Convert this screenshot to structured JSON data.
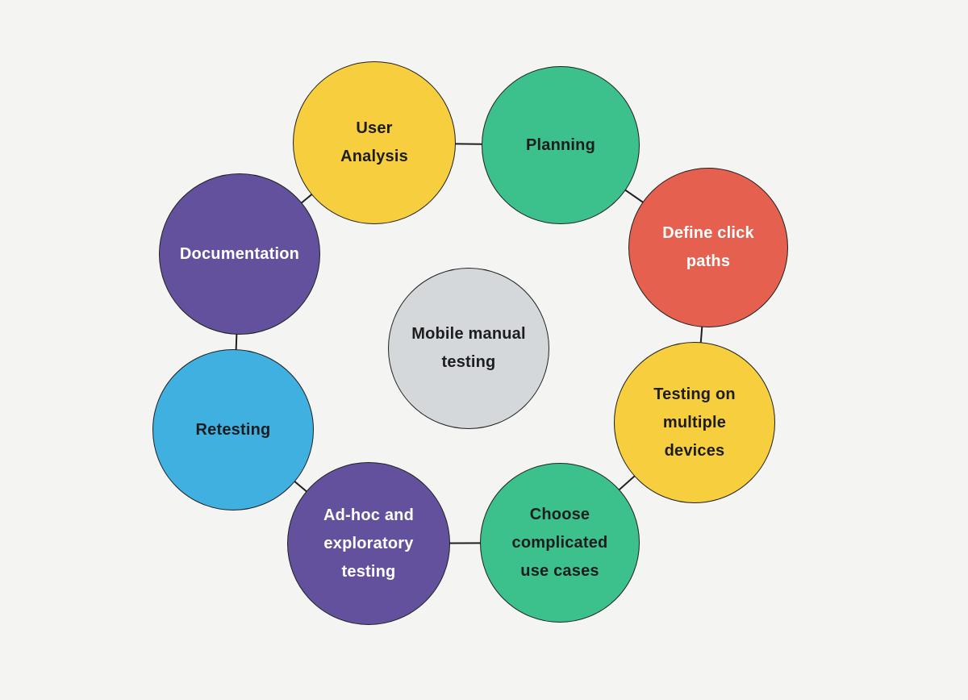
{
  "background_color": "#f4f4f3",
  "diagram": {
    "title": "Mobile manual testing",
    "line_color": "#1f1f1f",
    "center": {
      "label": "Mobile manual testing",
      "color": "#d4d8db",
      "text_color": "#1d1d1f"
    },
    "nodes": [
      {
        "label": "User Analysis",
        "color": "#f6ce3e",
        "text_color": "#1d1d1f"
      },
      {
        "label": "Planning",
        "color": "#3cc18d",
        "text_color": "#1d1d1f"
      },
      {
        "label": "Define click paths",
        "color": "#e6604f",
        "text_color": "#ffffff"
      },
      {
        "label": "Testing on multiple devices",
        "color": "#f6ce3e",
        "text_color": "#1d1d1f"
      },
      {
        "label": "Choose complicated use cases",
        "color": "#3cc18d",
        "text_color": "#1d1d1f"
      },
      {
        "label": "Ad-hoc and exploratory testing",
        "color": "#64519e",
        "text_color": "#ffffff"
      },
      {
        "label": "Retesting",
        "color": "#3fb0e0",
        "text_color": "#1d1d1f"
      },
      {
        "label": "Documentation",
        "color": "#64519e",
        "text_color": "#ffffff"
      }
    ]
  }
}
